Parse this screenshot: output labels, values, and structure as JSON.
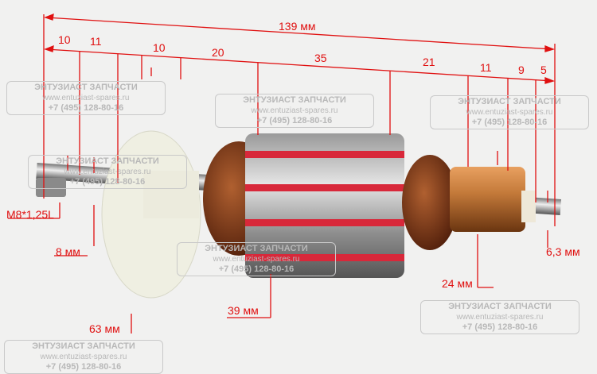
{
  "watermark": {
    "title": "ЭНТУЗИАСТ ЗАПЧАСТИ",
    "url": "www.entuziast-spares.ru",
    "phone": "+7 (495) 128-80-16"
  },
  "dimensions": {
    "total": "139 мм",
    "segments": [
      "10",
      "11",
      "10",
      "20",
      "35",
      "21",
      "11",
      "9",
      "5"
    ],
    "thread": "M8*1,25L",
    "shaft_left": "8 мм",
    "fan_diameter": "63 мм",
    "core_diameter": "39 мм",
    "commutator_diameter": "24 мм",
    "shaft_right": "6,3 мм"
  },
  "colors": {
    "annotation": "#e01010",
    "background": "#f1f1f0",
    "copper": "#b8652a"
  }
}
